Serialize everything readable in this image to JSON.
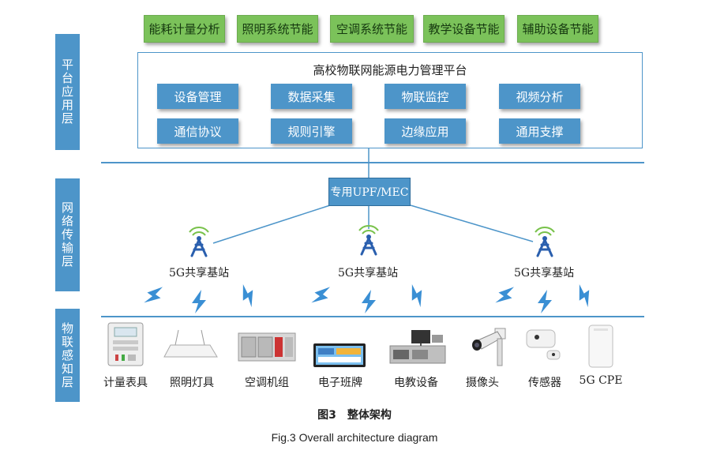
{
  "layers": {
    "platform_layer": "平台应用层",
    "network_layer": "网络传输层",
    "perception_layer": "物联感知层"
  },
  "apps": [
    "能耗计量分析",
    "照明系统节能",
    "空调系统节能",
    "教学设备节能",
    "辅助设备节能"
  ],
  "platform": {
    "title": "高校物联网能源电力管理平台",
    "modules": [
      "设备管理",
      "数据采集",
      "物联监控",
      "视频分析",
      "通信协议",
      "规则引擎",
      "边缘应用",
      "通用支撑"
    ]
  },
  "network": {
    "upf": "专用UPF/MEC",
    "stations": [
      "5G共享基站",
      "5G共享基站",
      "5G共享基站"
    ]
  },
  "devices": [
    {
      "label": "计量表具",
      "icon": "meter-icon"
    },
    {
      "label": "照明灯具",
      "icon": "lamp-icon"
    },
    {
      "label": "空调机组",
      "icon": "ac-unit-icon"
    },
    {
      "label": "电子班牌",
      "icon": "e-board-icon"
    },
    {
      "label": "电教设备",
      "icon": "teaching-equipment-icon"
    },
    {
      "label": "摄像头",
      "icon": "camera-icon"
    },
    {
      "label": "传感器",
      "icon": "sensor-icon"
    },
    {
      "label": "5G CPE",
      "icon": "cpe-router-icon"
    }
  ],
  "caption": {
    "cn": "图3　整体架构",
    "en": "Fig.3 Overall architecture diagram"
  },
  "colors": {
    "layer_blue": "#4d95c9",
    "app_green": "#7bc25a",
    "tower_blue": "#2a5fae",
    "lightning_blue": "#3a8fd4",
    "signal_green": "#79c24b"
  }
}
